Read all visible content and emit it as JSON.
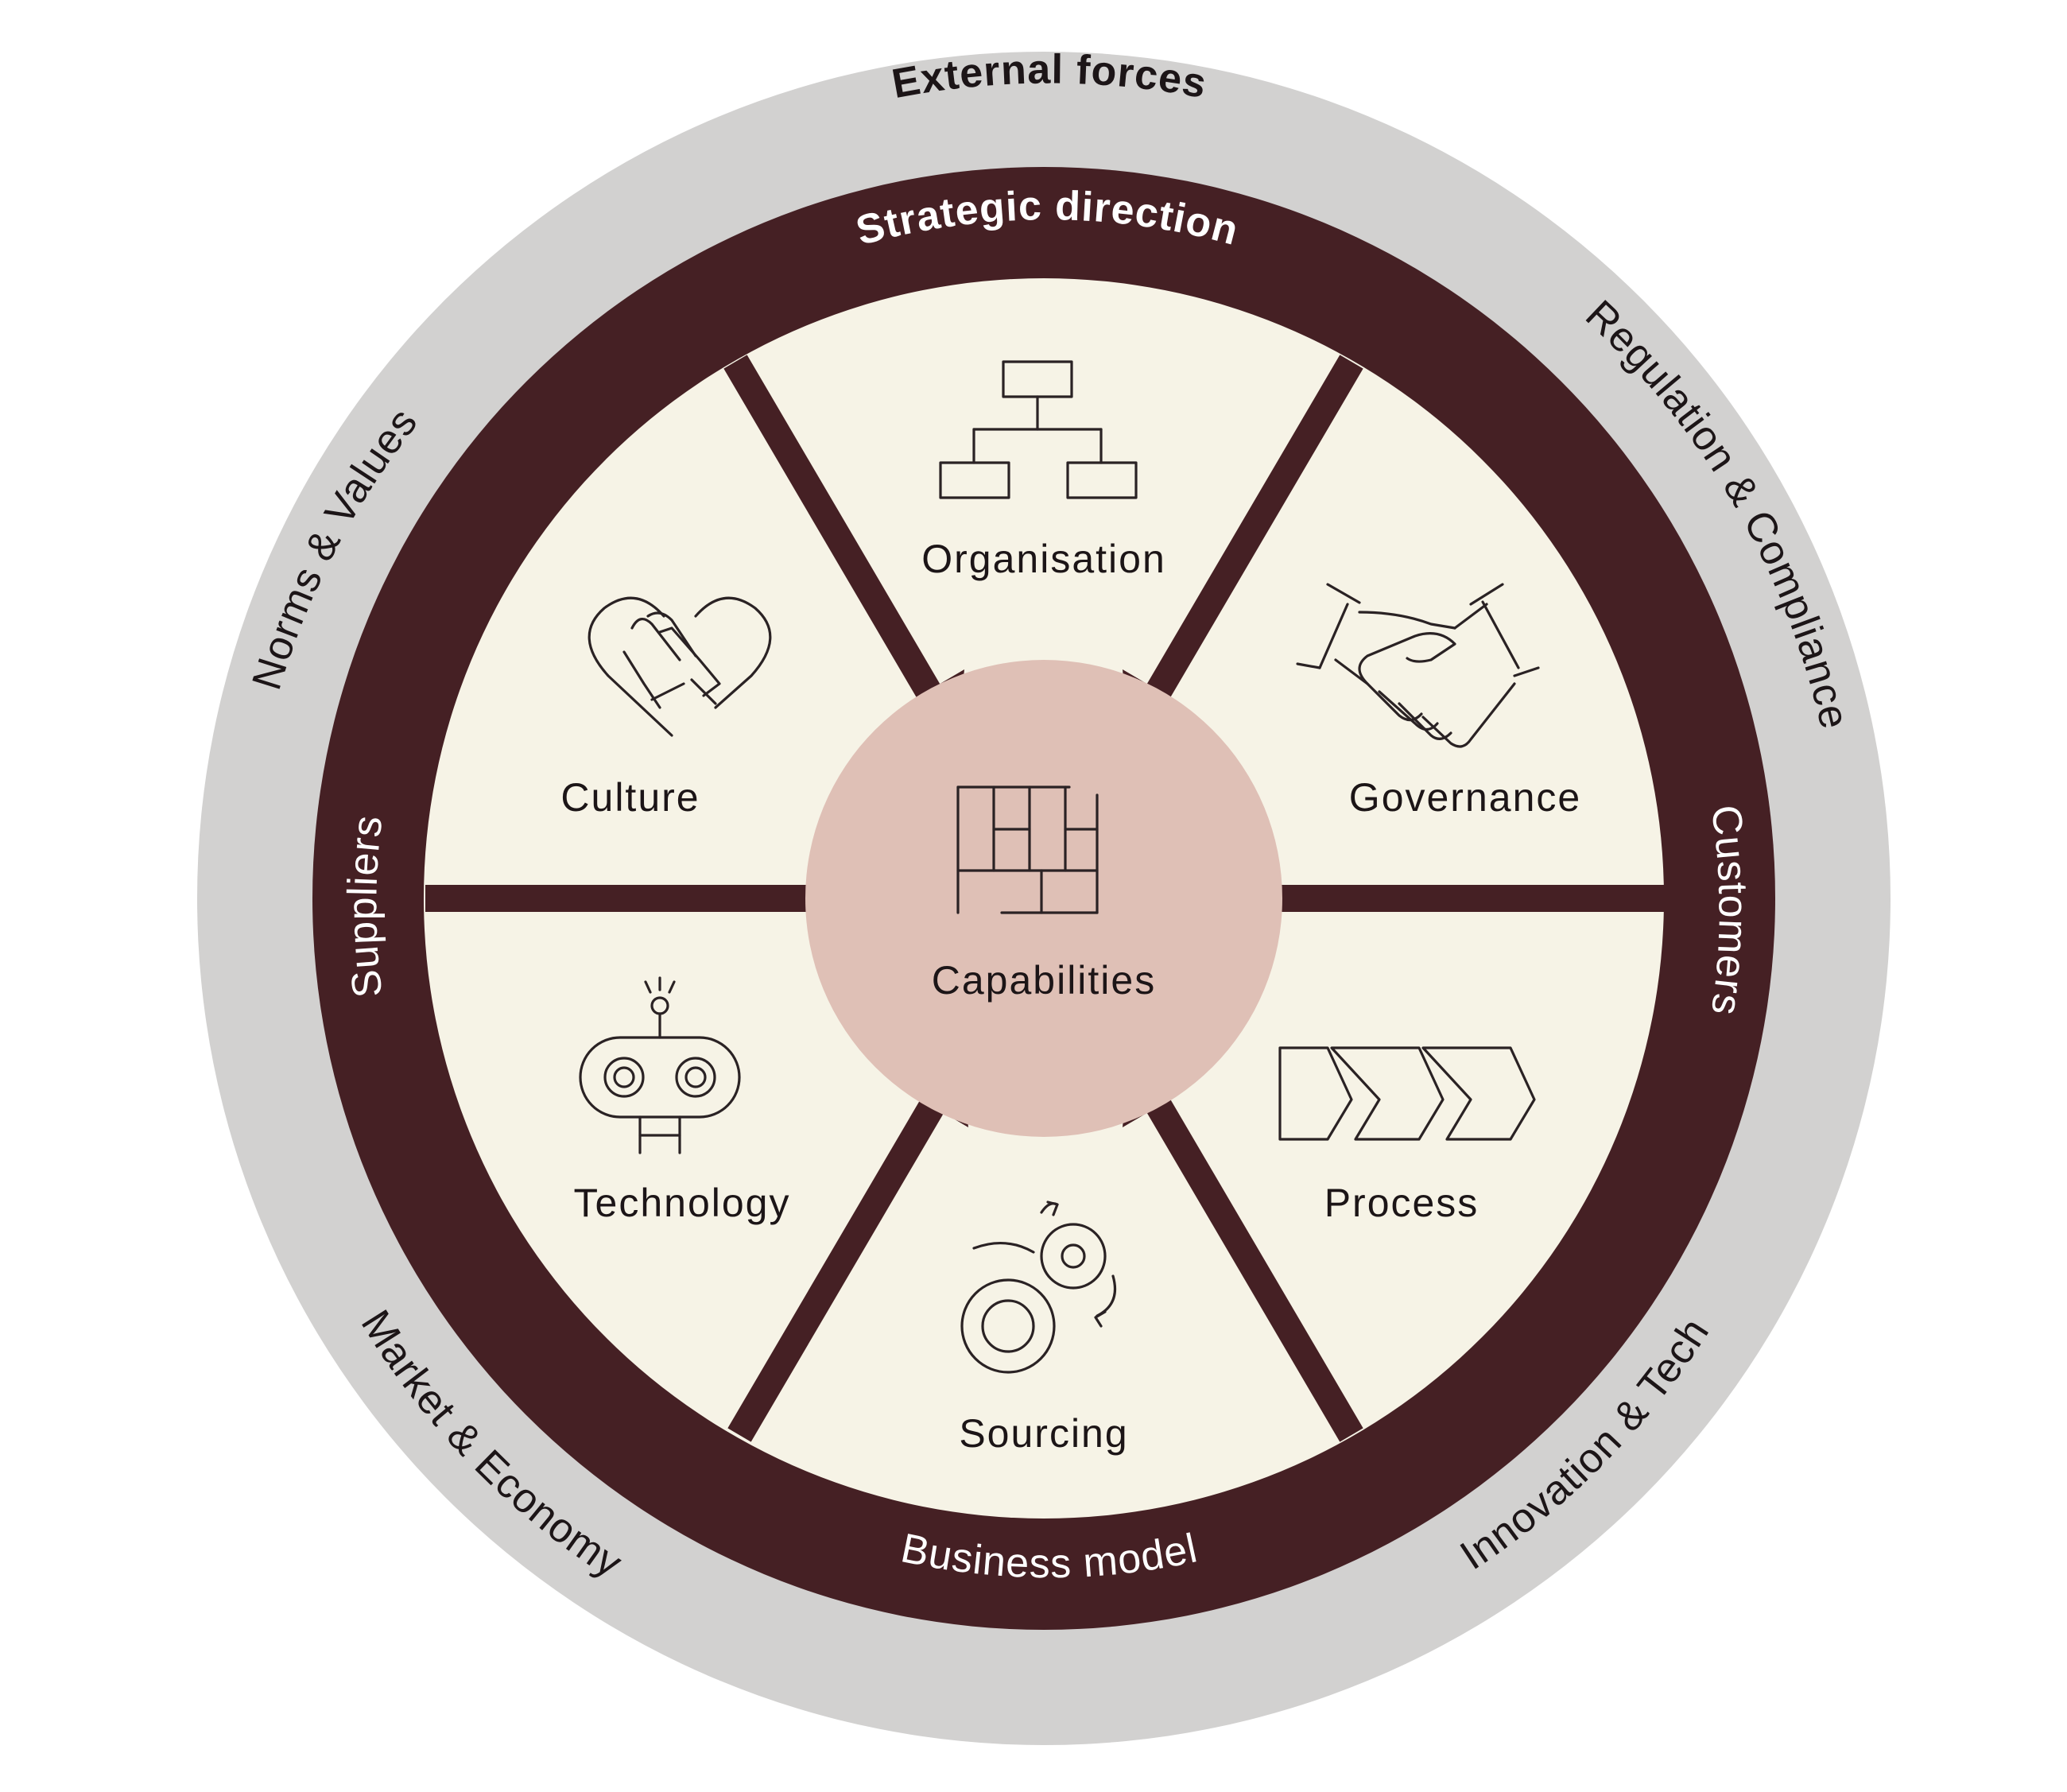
{
  "colors": {
    "outer_ring": "#d2d1d0",
    "dark_ring": "#452024",
    "segment_fill": "#f6f3e6",
    "center_fill": "#dfc0b6",
    "arrow": "#452024",
    "text_dark": "#1c1517",
    "text_light": "#ffffff"
  },
  "outer_ring": {
    "title": "External forces",
    "labels": {
      "regulation": "Regulation & Compliance",
      "innovation": "Innovation & Tech",
      "market": "Market & Economy",
      "norms": "Norms & Values"
    }
  },
  "dark_ring": {
    "top": "Strategic direction",
    "bottom": "Business model",
    "left": "Suppliers",
    "right": "Customers"
  },
  "segments": {
    "organisation": {
      "label": "Organisation",
      "icon": "org-chart-icon"
    },
    "governance": {
      "label": "Governance",
      "icon": "handshake-icon"
    },
    "process": {
      "label": "Process",
      "icon": "process-chevrons-icon"
    },
    "sourcing": {
      "label": "Sourcing",
      "icon": "gears-icon"
    },
    "technology": {
      "label": "Technology",
      "icon": "robot-icon"
    },
    "culture": {
      "label": "Culture",
      "icon": "hands-heart-icon"
    }
  },
  "center": {
    "label": "Capabilities",
    "icon": "capability-grid-icon"
  }
}
